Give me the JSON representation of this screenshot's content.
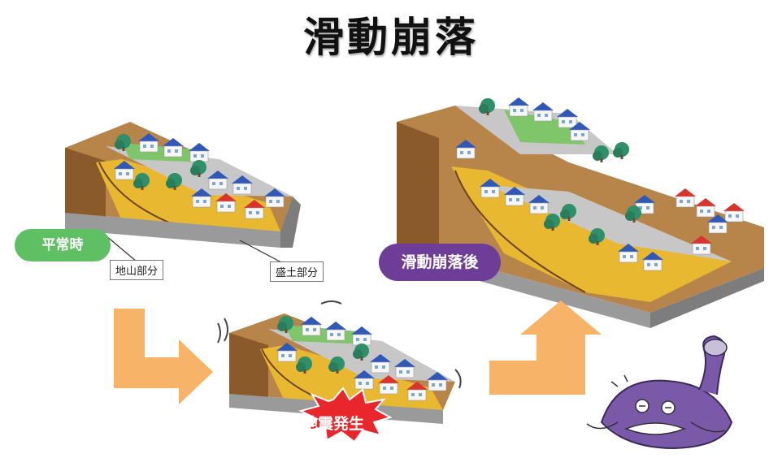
{
  "title": "滑動崩落",
  "labels": {
    "normal": "平常時",
    "jiyama": "地山部分",
    "morido": "盛土部分",
    "earthquake": "地震発生",
    "after": "滑動崩落後"
  },
  "colors": {
    "normal_badge": "#5fbf63",
    "after_badge": "#6e3d98",
    "earthquake_burst": "#e8262c",
    "arrow": "#f7b368",
    "fill_soil": "#e8b830",
    "native_soil": "#9a6a34",
    "road": "#b8b8b8"
  }
}
